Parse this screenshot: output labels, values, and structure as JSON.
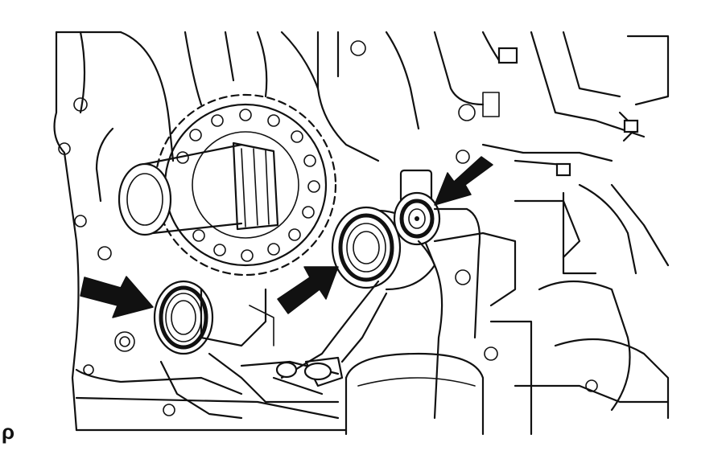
{
  "figure": {
    "corner_code": "ρ",
    "stroke_color": "#111111",
    "background_color": "#ffffff"
  },
  "callouts": [
    {
      "name": "left-arrow",
      "target": "oil-seal-left"
    },
    {
      "name": "center-arrow",
      "target": "oil-seal-center"
    },
    {
      "name": "upper-right-arrow",
      "target": "oil-seal-small"
    }
  ]
}
